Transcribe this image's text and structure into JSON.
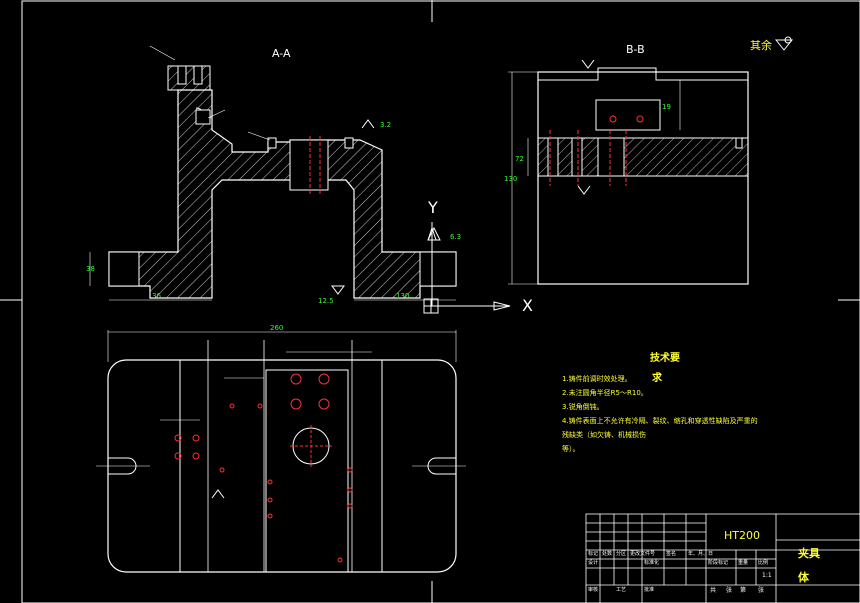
{
  "views": {
    "section_aa": "A-A",
    "section_bb": "B-B"
  },
  "finish": {
    "label": "其余"
  },
  "axes": {
    "x": "X",
    "y": "Y"
  },
  "tech": {
    "title": "技术要",
    "title2": "求",
    "items": [
      "1.铸件前调时效处理。",
      "2.未注圆角半径R5～R10。",
      "3.锐角倒钝。",
      "4.铸件表面上不允许有冷隔、裂纹、缩孔和穿透性缺陷及严重的",
      "残缺类（如欠铸、机械损伤",
      "等）。"
    ]
  },
  "title_block": {
    "material": "HT200",
    "part_name": "夹具",
    "part_name2": "体",
    "scale": "1:1",
    "headers": [
      "标记",
      "处数",
      "分区",
      "更改文件号",
      "签名",
      "年、月、日"
    ],
    "row_labels": [
      "设计",
      "标准化",
      "阶段标记",
      "重量",
      "比例"
    ],
    "bottom_labels": [
      "审核",
      "工艺",
      "批准",
      "共",
      "张",
      "第",
      "张"
    ]
  },
  "dims": {
    "top_width": "260",
    "s1": "36",
    "s2": "130",
    "s3": "3.2",
    "s4": "6.3",
    "s5": "12.5",
    "v1": "130",
    "v2": "72",
    "v3": "19",
    "v4": "38"
  }
}
